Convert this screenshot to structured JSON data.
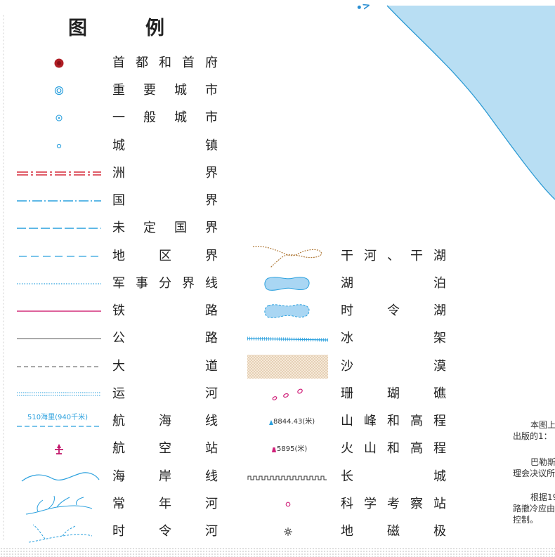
{
  "legend": {
    "title_chars": [
      "图",
      "例"
    ],
    "left": [
      {
        "symbol": "capital-icon",
        "label": "首都和首府"
      },
      {
        "symbol": "major-city-icon",
        "label": "重要城市"
      },
      {
        "symbol": "city-icon",
        "label": "一般城市"
      },
      {
        "symbol": "town-icon",
        "label": "城镇"
      },
      {
        "symbol": "continent-boundary-icon",
        "label": "洲界"
      },
      {
        "symbol": "national-boundary-icon",
        "label": "国界"
      },
      {
        "symbol": "undefined-boundary-icon",
        "label": "未定国界"
      },
      {
        "symbol": "regional-boundary-icon",
        "label": "地区界"
      },
      {
        "symbol": "military-demarcation-icon",
        "label": "军事分界线"
      },
      {
        "symbol": "railway-icon",
        "label": "铁路"
      },
      {
        "symbol": "highway-icon",
        "label": "公路"
      },
      {
        "symbol": "avenue-icon",
        "label": "大道"
      },
      {
        "symbol": "canal-icon",
        "label": "运河"
      },
      {
        "symbol": "shipping-route-icon",
        "label": "航海线",
        "text": "510海里(940千米)"
      },
      {
        "symbol": "airport-icon",
        "label": "航空站"
      },
      {
        "symbol": "coastline-icon",
        "label": "海岸线"
      },
      {
        "symbol": "perennial-river-icon",
        "label": "常年河"
      },
      {
        "symbol": "seasonal-river-icon",
        "label": "时令河"
      }
    ],
    "right": [
      {
        "symbol": "dry-river-lake-icon",
        "label": "干河、干湖"
      },
      {
        "symbol": "lake-icon",
        "label": "湖泊"
      },
      {
        "symbol": "seasonal-lake-icon",
        "label": "时令湖"
      },
      {
        "symbol": "ice-shelf-icon",
        "label": "冰架"
      },
      {
        "symbol": "desert-icon",
        "label": "沙漠"
      },
      {
        "symbol": "coral-reef-icon",
        "label": "珊瑚礁"
      },
      {
        "symbol": "peak-elevation-icon",
        "label": "山峰和高程",
        "text": "8844.43(米)"
      },
      {
        "symbol": "volcano-elevation-icon",
        "label": "火山和高程",
        "text": "5895(米)"
      },
      {
        "symbol": "great-wall-icon",
        "label": "长城"
      },
      {
        "symbol": "research-station-icon",
        "label": "科学考察站"
      },
      {
        "symbol": "magnetic-pole-icon",
        "label": "地磁极"
      }
    ]
  },
  "notes": [
    [
      "本图上",
      "出版的1："
    ],
    [
      "巴勒斯",
      "理会决议所"
    ],
    [
      "根据19",
      "路撤冷应由",
      "控制。"
    ]
  ],
  "colors": {
    "water": "#b8def3",
    "water_edge": "#2e9bd4",
    "boundary_blue": "#2aa0de",
    "continent_red": "#d62a3a",
    "railway": "#d22e7a",
    "airport": "#c2186b",
    "capital": "#b01e25"
  }
}
